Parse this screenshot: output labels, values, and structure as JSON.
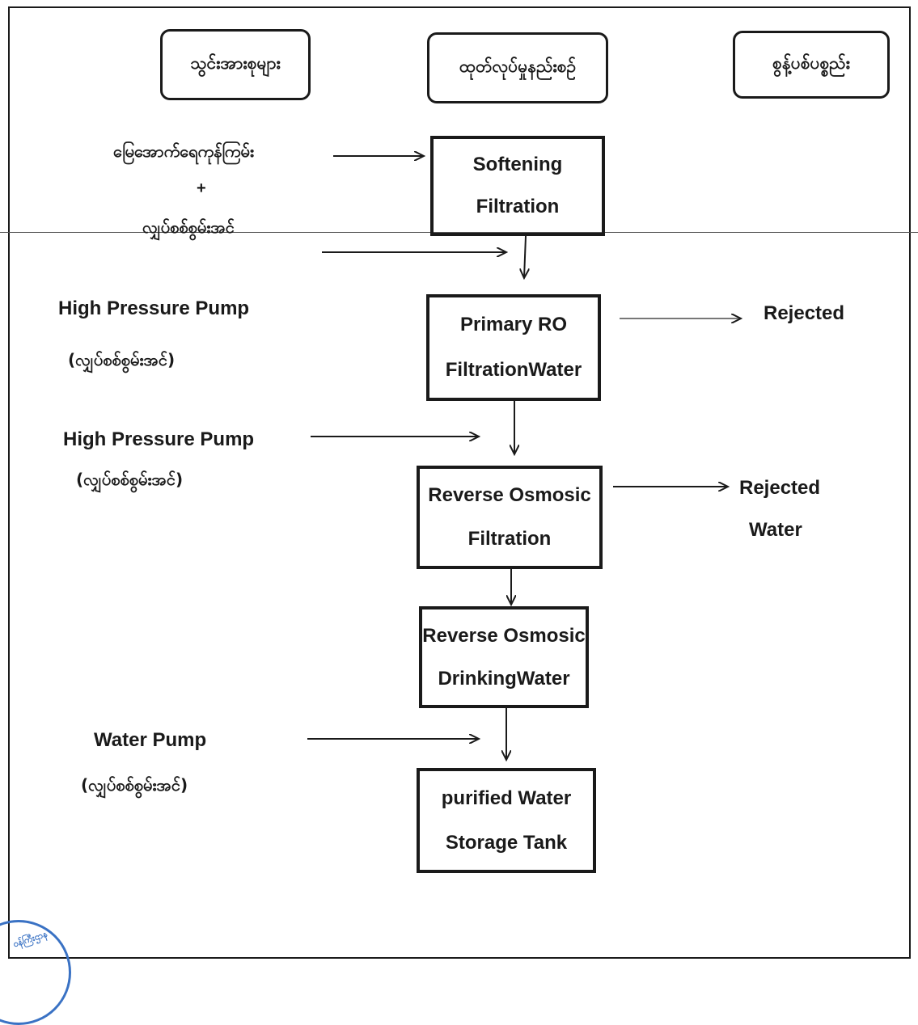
{
  "headers": {
    "inputs": "သွင်းအားစုများ",
    "process": "ထုတ်လုပ်မှုနည်းစဉ်",
    "waste": "စွန့်ပစ်ပစ္စည်း"
  },
  "inputs": {
    "groundwater": "မြေအောက်ရေကုန်ကြမ်း",
    "plus": "+",
    "electricity": "လျှပ်စစ်စွမ်းအင်",
    "hp_pump_1": "High Pressure Pump",
    "hp_pump_1_power": "(လျှပ်စစ်စွမ်းအင်)",
    "hp_pump_2": "High Pressure Pump",
    "hp_pump_2_power": "(လျှပ်စစ်စွမ်းအင်)",
    "water_pump": "Water Pump",
    "water_pump_power": "(လျှပ်စစ်စွမ်းအင်)"
  },
  "process": [
    {
      "line1": "Softening",
      "line2": "Filtration"
    },
    {
      "line1": "Primary RO",
      "line2": "FiltrationWater"
    },
    {
      "line1": "Reverse Osmosic",
      "line2": "Filtration"
    },
    {
      "line1": "Reverse Osmosic",
      "line2": "DrinkingWater"
    },
    {
      "line1": "purified Water",
      "line2": "Storage Tank"
    }
  ],
  "outputs": {
    "rejected_1": "Rejected",
    "rejected_2_line1": "Rejected",
    "rejected_2_line2": "Water"
  },
  "seal": {
    "text": "ဝန်ကြီးဌာန"
  }
}
